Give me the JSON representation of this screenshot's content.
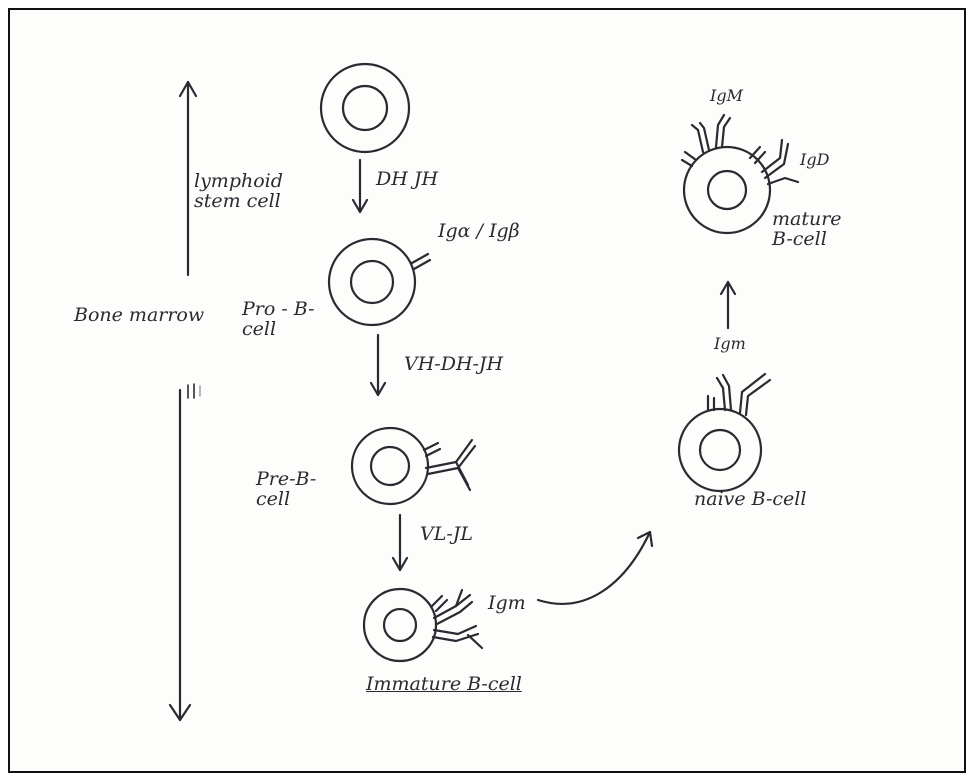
{
  "labels": {
    "lymphoid_stem_cell": "lymphoid\nstem cell",
    "dh_jh": "DH JH",
    "ig_alpha_beta": "Igα / Igβ",
    "bone_marrow": "Bone marrow",
    "pro_b_cell": "Pro - B-\ncell",
    "vh_dh_jh": "VH-DH-JH",
    "pre_b_cell": "Pre-B-\ncell",
    "vl_jl": "VL-JL",
    "igm_immature": "Igm",
    "immature_b_cell": "Immature B-cell",
    "naive_b_cell": "naive B-cell",
    "igm_naive": "Igm",
    "igm_mature": "IgM",
    "igd_mature": "IgD",
    "mature_b_cell": "mature\nB-cell"
  }
}
